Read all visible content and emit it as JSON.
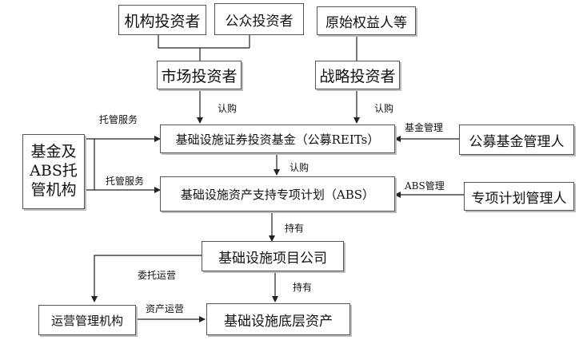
{
  "nodes": {
    "institutional_investors": "机构投资者",
    "public_investors": "公众投资者",
    "original_equity_holders": "原始权益人等",
    "market_investors": "市场投资者",
    "strategic_investors": "战略投资者",
    "custodian": "基金及\nABS托\n管机构",
    "reits_fund": "基础设施证券投资基金（公募REITs）",
    "fund_manager": "公募基金管理人",
    "abs_plan": "基础设施资产支持专项计划（ABS）",
    "plan_manager": "专项计划管理人",
    "project_company": "基础设施项目公司",
    "operator": "运营管理机构",
    "underlying_assets": "基础设施底层资产"
  },
  "edge_labels": {
    "subscribe_market": "认购",
    "subscribe_strategic": "认购",
    "custody_fund": "托管服务",
    "custody_abs": "托管服务",
    "fund_management": "基金管理",
    "subscribe_abs": "认购",
    "abs_management": "ABS管理",
    "hold_company": "持有",
    "entrusted_operation": "委托运营",
    "hold_assets": "持有",
    "asset_operation": "资产运营"
  }
}
